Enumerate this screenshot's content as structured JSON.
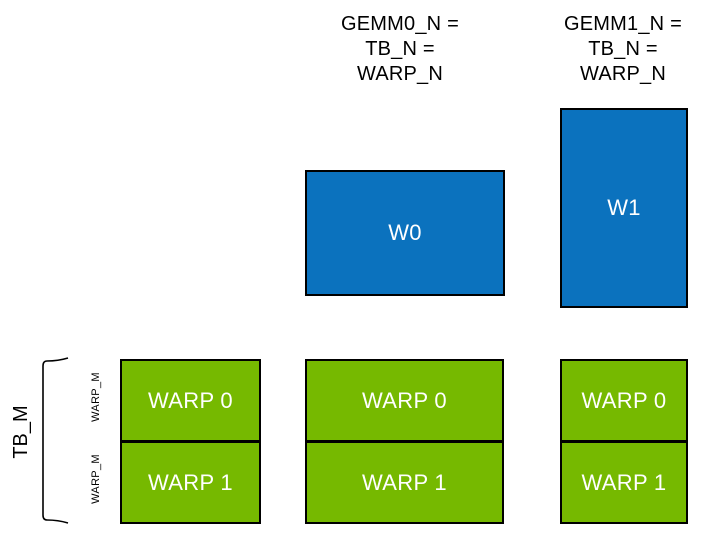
{
  "colors": {
    "accumulator_blue": "#0B72BE",
    "warp_green": "#76B900",
    "border_black": "#000000",
    "box_text_white": "#ffffff",
    "label_text_black": "#000000",
    "background": "#ffffff"
  },
  "headers": {
    "gemm0": {
      "lines": [
        "GEMM0_N =",
        "TB_N =",
        "WARP_N"
      ]
    },
    "gemm1": {
      "lines": [
        "GEMM1_N =",
        "TB_N =",
        "WARP_N"
      ]
    }
  },
  "accumulators": {
    "w0": {
      "label": "W0"
    },
    "w1": {
      "label": "W1"
    }
  },
  "warp_columns": {
    "threadblock": {
      "rows": [
        "WARP 0",
        "WARP 1"
      ]
    },
    "gemm0": {
      "rows": [
        "WARP 0",
        "WARP 1"
      ]
    },
    "gemm1": {
      "rows": [
        "WARP 0",
        "WARP 1"
      ]
    }
  },
  "left_axis": {
    "tb_label": "TB_M",
    "warp_row_labels": [
      "WARP_M",
      "WARP_M"
    ]
  }
}
